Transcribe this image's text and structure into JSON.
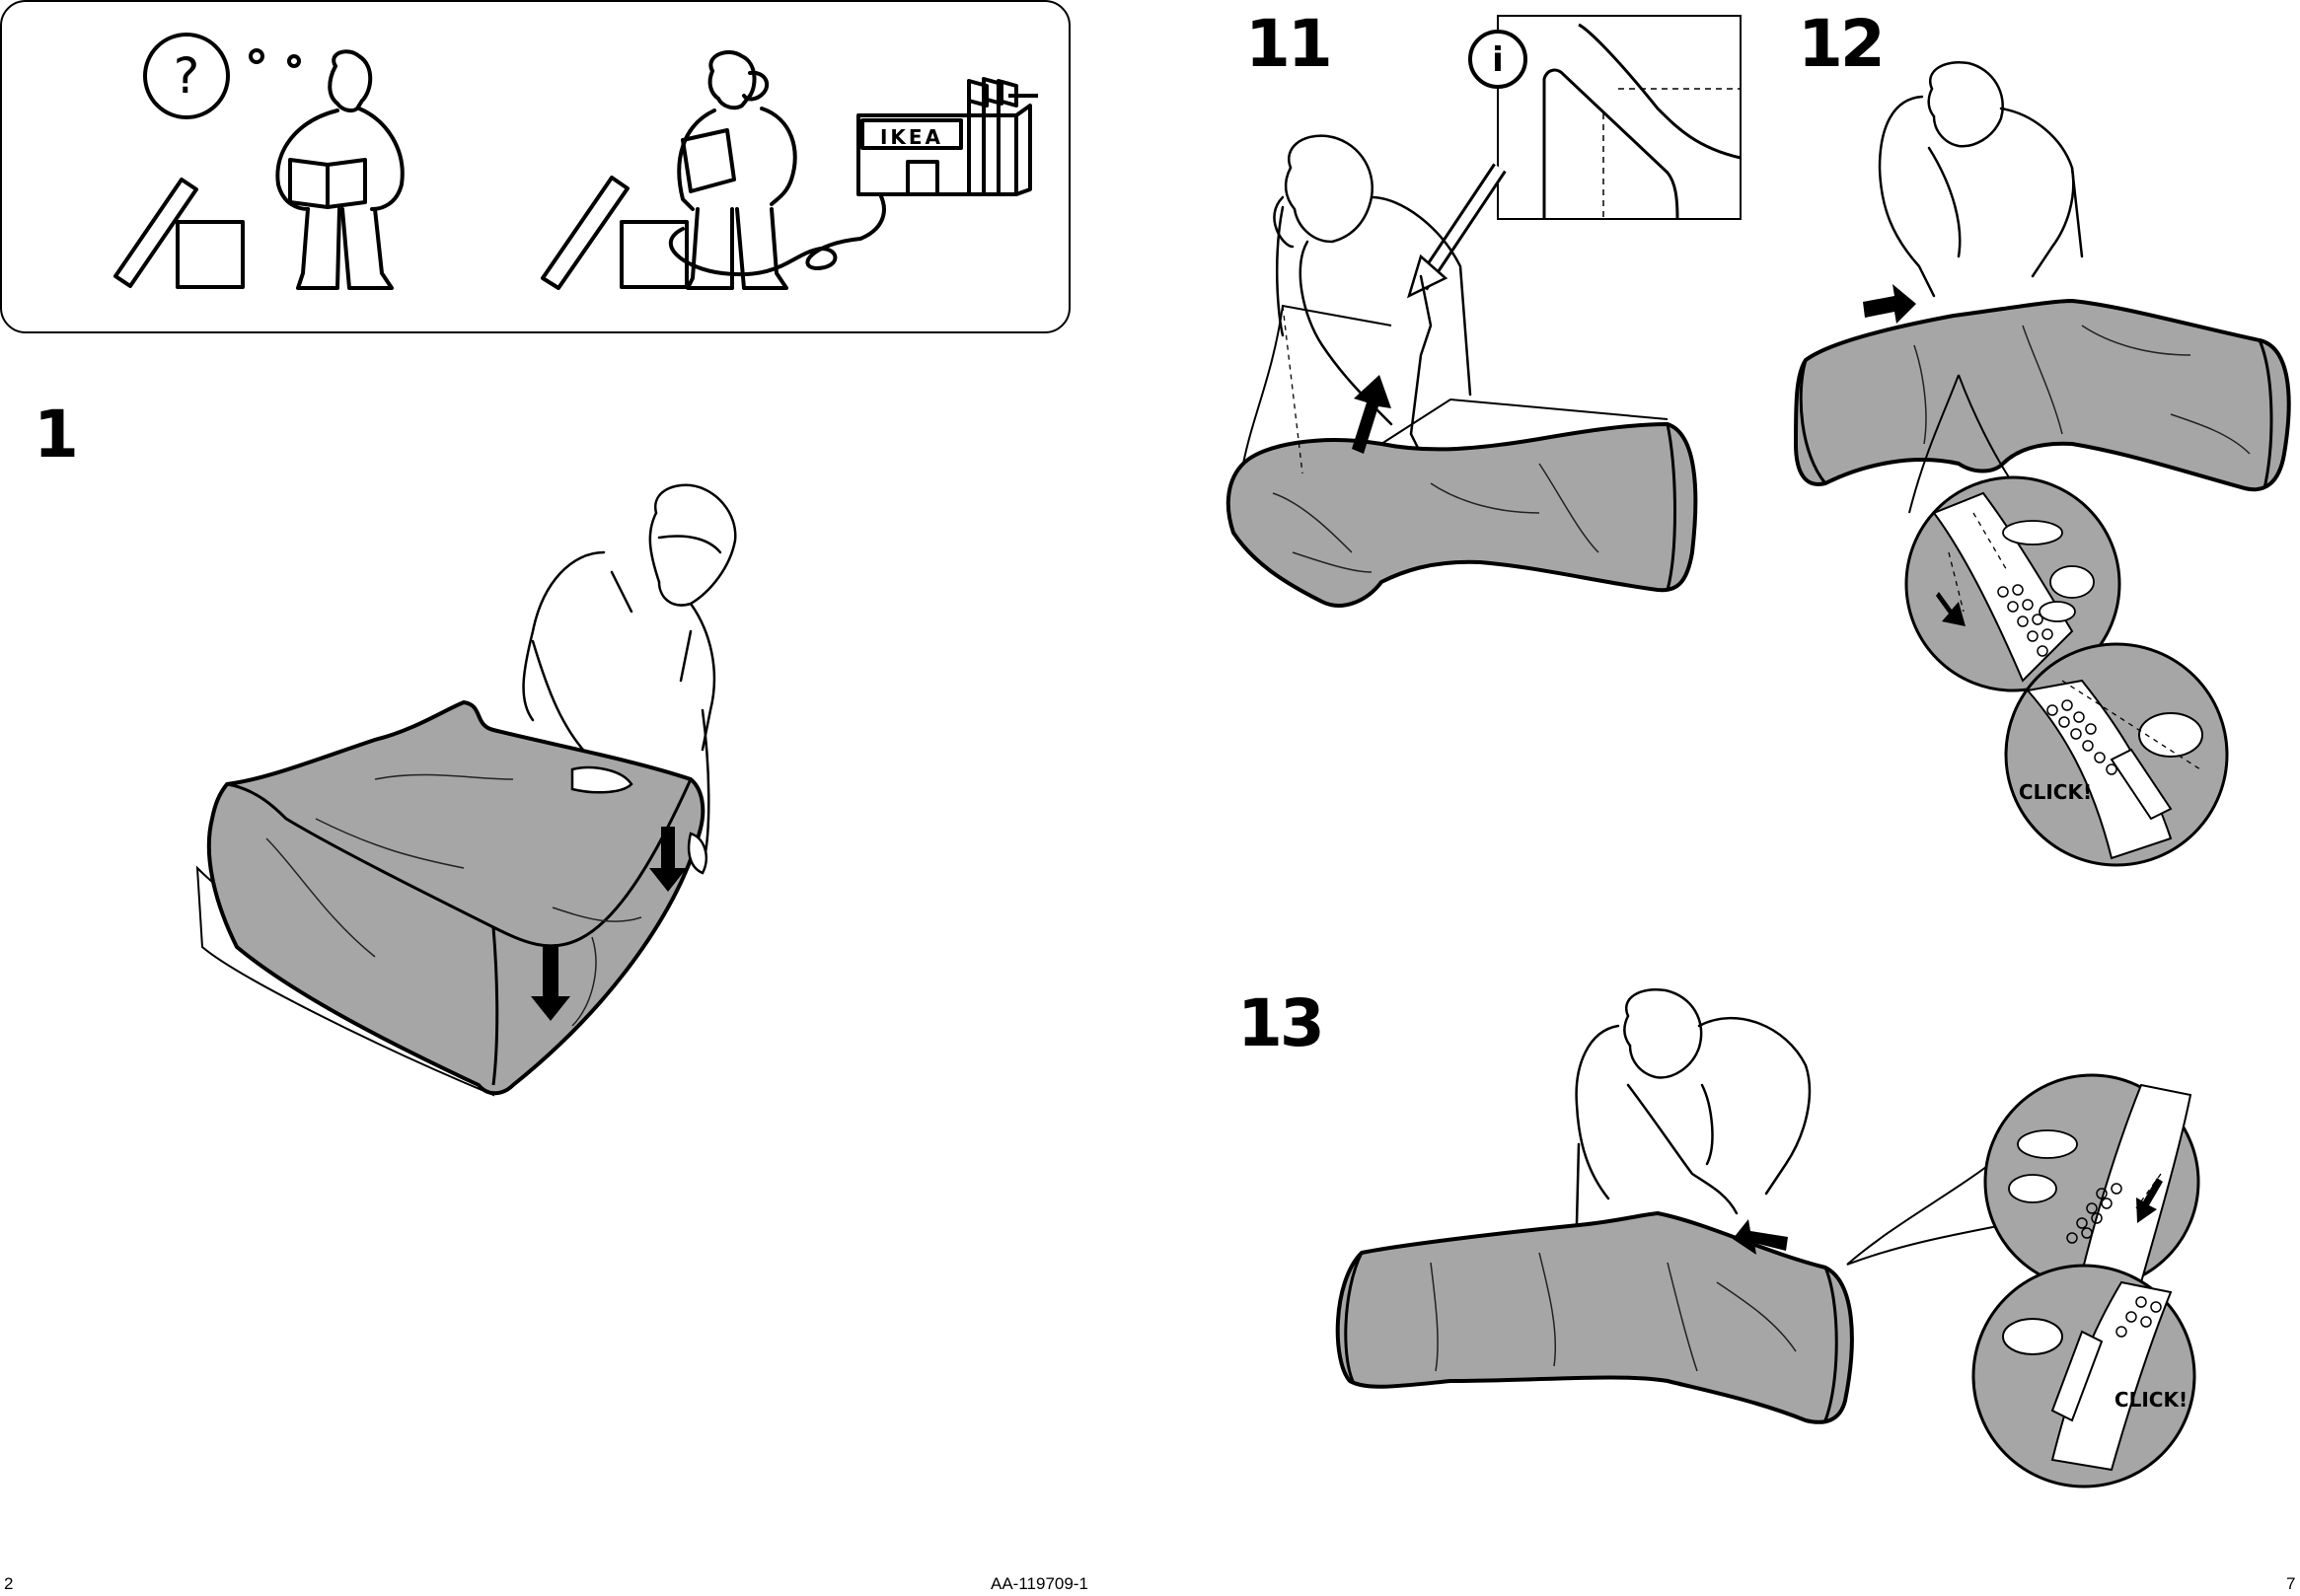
{
  "help_panel": {
    "question_mark": "?",
    "store_sign": "IKEA"
  },
  "steps": {
    "step1": {
      "number": "1"
    },
    "step11": {
      "number": "11",
      "info_icon": "i"
    },
    "step12": {
      "number": "12",
      "click_label": "CLICK!"
    },
    "step13": {
      "number": "13",
      "click_label": "CLICK!"
    }
  },
  "footer": {
    "left_page": "2",
    "doc_code": "AA-119709-1",
    "right_page": "7"
  },
  "colors": {
    "cover_fill": "#a6a6a6",
    "line": "#000000",
    "background": "#ffffff"
  },
  "icons": [
    "question-bubble-icon",
    "info-icon",
    "direction-arrow-icon",
    "ikea-store-icon",
    "telephone-icon"
  ]
}
